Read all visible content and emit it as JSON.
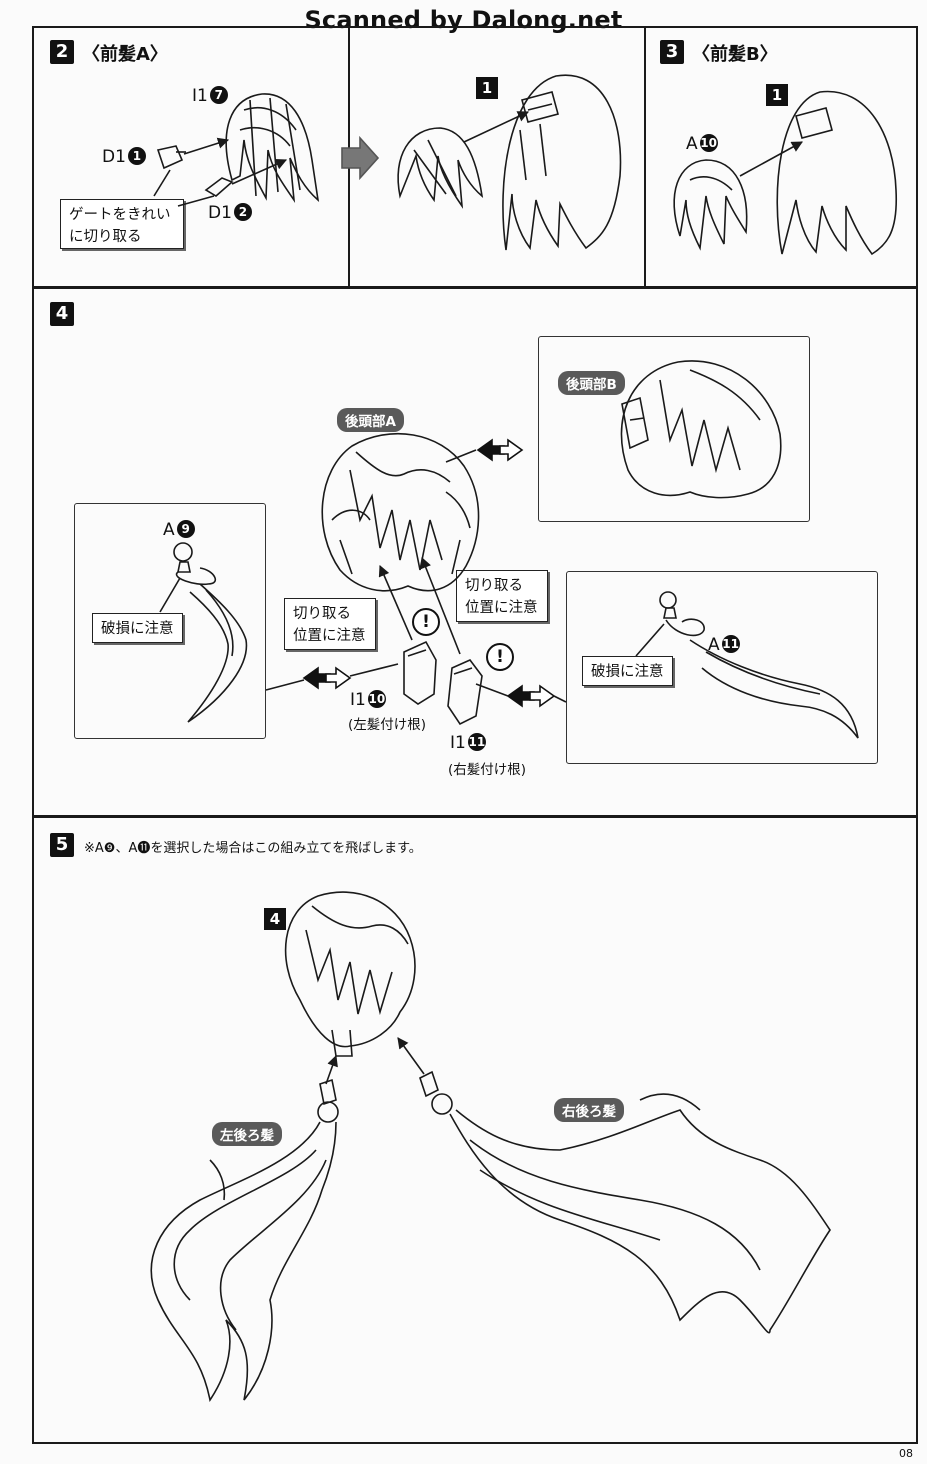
{
  "watermark": "Scanned by Dalong.net",
  "page_number": "08",
  "step2": {
    "num": "2",
    "title": "〈前髪A〉",
    "part_i1": "I1",
    "part_i1_no": "7",
    "part_d1a": "D1",
    "part_d1a_no": "1",
    "part_d1b": "D1",
    "part_d1b_no": "2",
    "note_line1": "ゲートをきれい",
    "note_line2": "に切り取る",
    "ref_step": "1"
  },
  "step3": {
    "num": "3",
    "title": "〈前髪B〉",
    "part_a": "A",
    "part_a_no": "10",
    "ref_step": "1"
  },
  "step4": {
    "num": "4",
    "label_back_a": "後頭部A",
    "label_back_b": "後頭部B",
    "part_a9": "A",
    "part_a9_no": "9",
    "part_a11": "A",
    "part_a11_no": "11",
    "caution_left": "破損に注意",
    "caution_right": "破損に注意",
    "cut_left_1": "切り取る",
    "cut_left_2": "位置に注意",
    "cut_right_1": "切り取る",
    "cut_right_2": "位置に注意",
    "part_i1_10": "I1",
    "part_i1_10_no": "10",
    "part_i1_10_desc": "(左髪付け根)",
    "part_i1_11": "I1",
    "part_i1_11_no": "11",
    "part_i1_11_desc": "(右髪付け根)",
    "excl": "!"
  },
  "step5": {
    "num": "5",
    "instruction": "※A❾、A⓫を選択した場合はこの組み立てを飛ばします。",
    "ref_step": "4",
    "label_left": "左後ろ髪",
    "label_right": "右後ろ髪"
  }
}
